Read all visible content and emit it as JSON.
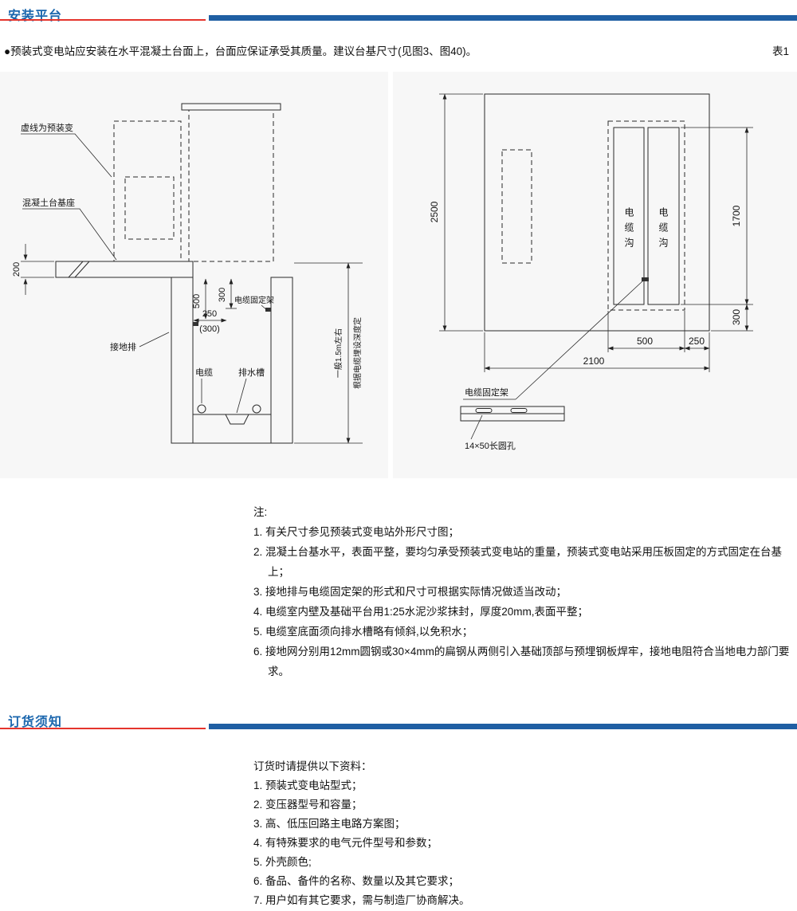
{
  "colors": {
    "accent_blue": "#1f5fa3",
    "accent_red": "#e5342c",
    "title_blue": "#1a66ad"
  },
  "header1": {
    "title": "安装平台"
  },
  "intro": {
    "text": "●预装式变电站应安装在水平混凝土台面上，台面应保证承受其质量。建议台基尺寸(见图3、图40)。",
    "table_label": "表1"
  },
  "left_drawing": {
    "label_dashed_substation": "虚线为预装变",
    "label_concrete_base": "混凝土台基座",
    "label_ground_bar": "接地排",
    "label_cable": "电缆",
    "label_drain": "排水槽",
    "label_cable_bracket": "电缆固定架",
    "dim_200": "200",
    "dim_500": "500",
    "dim_300": "300",
    "dim_250": "250",
    "dim_300b": "(300)",
    "note_general": "一般1.5m左右",
    "note_depth": "根据电缆埋设深度定"
  },
  "right_drawing": {
    "dim_2500": "2500",
    "dim_1700": "1700",
    "dim_300": "300",
    "dim_500": "500",
    "dim_250": "250",
    "dim_2100": "2100",
    "trench_label_1": "电缆沟",
    "trench_label_2": "电缆沟",
    "label_cable_bracket": "电缆固定架",
    "label_slot_hole": "14×50长圆孔"
  },
  "notes": {
    "title": "注:",
    "items": [
      "1. 有关尺寸参见预装式变电站外形尺寸图；",
      "2. 混凝土台基水平，表面平整，要均匀承受预装式变电站的重量，预装式变电站采用压板固定的方式固定在台基上；",
      "3. 接地排与电缆固定架的形式和尺寸可根据实际情况做适当改动；",
      "4. 电缆室内壁及基础平台用1:25水泥沙浆抹封，厚度20mm,表面平整；",
      "5. 电缆室底面须向排水槽略有倾斜,以免积水；",
      "6. 接地网分别用12mm圆钢或30×4mm的扁钢从两侧引入基础顶部与预埋钢板焊牢，接地电阻符合当地电力部门要求。"
    ]
  },
  "header2": {
    "title": "订货须知"
  },
  "ordering": {
    "intro": "订货时请提供以下资料：",
    "items": [
      "1. 预装式变电站型式；",
      "2. 变压器型号和容量；",
      "3. 高、低压回路主电路方案图；",
      "4. 有特殊要求的电气元件型号和参数；",
      "5. 外壳颜色;",
      "6. 备品、备件的名称、数量以及其它要求；",
      "7. 用户如有其它要求，需与制造厂协商解决。"
    ]
  }
}
